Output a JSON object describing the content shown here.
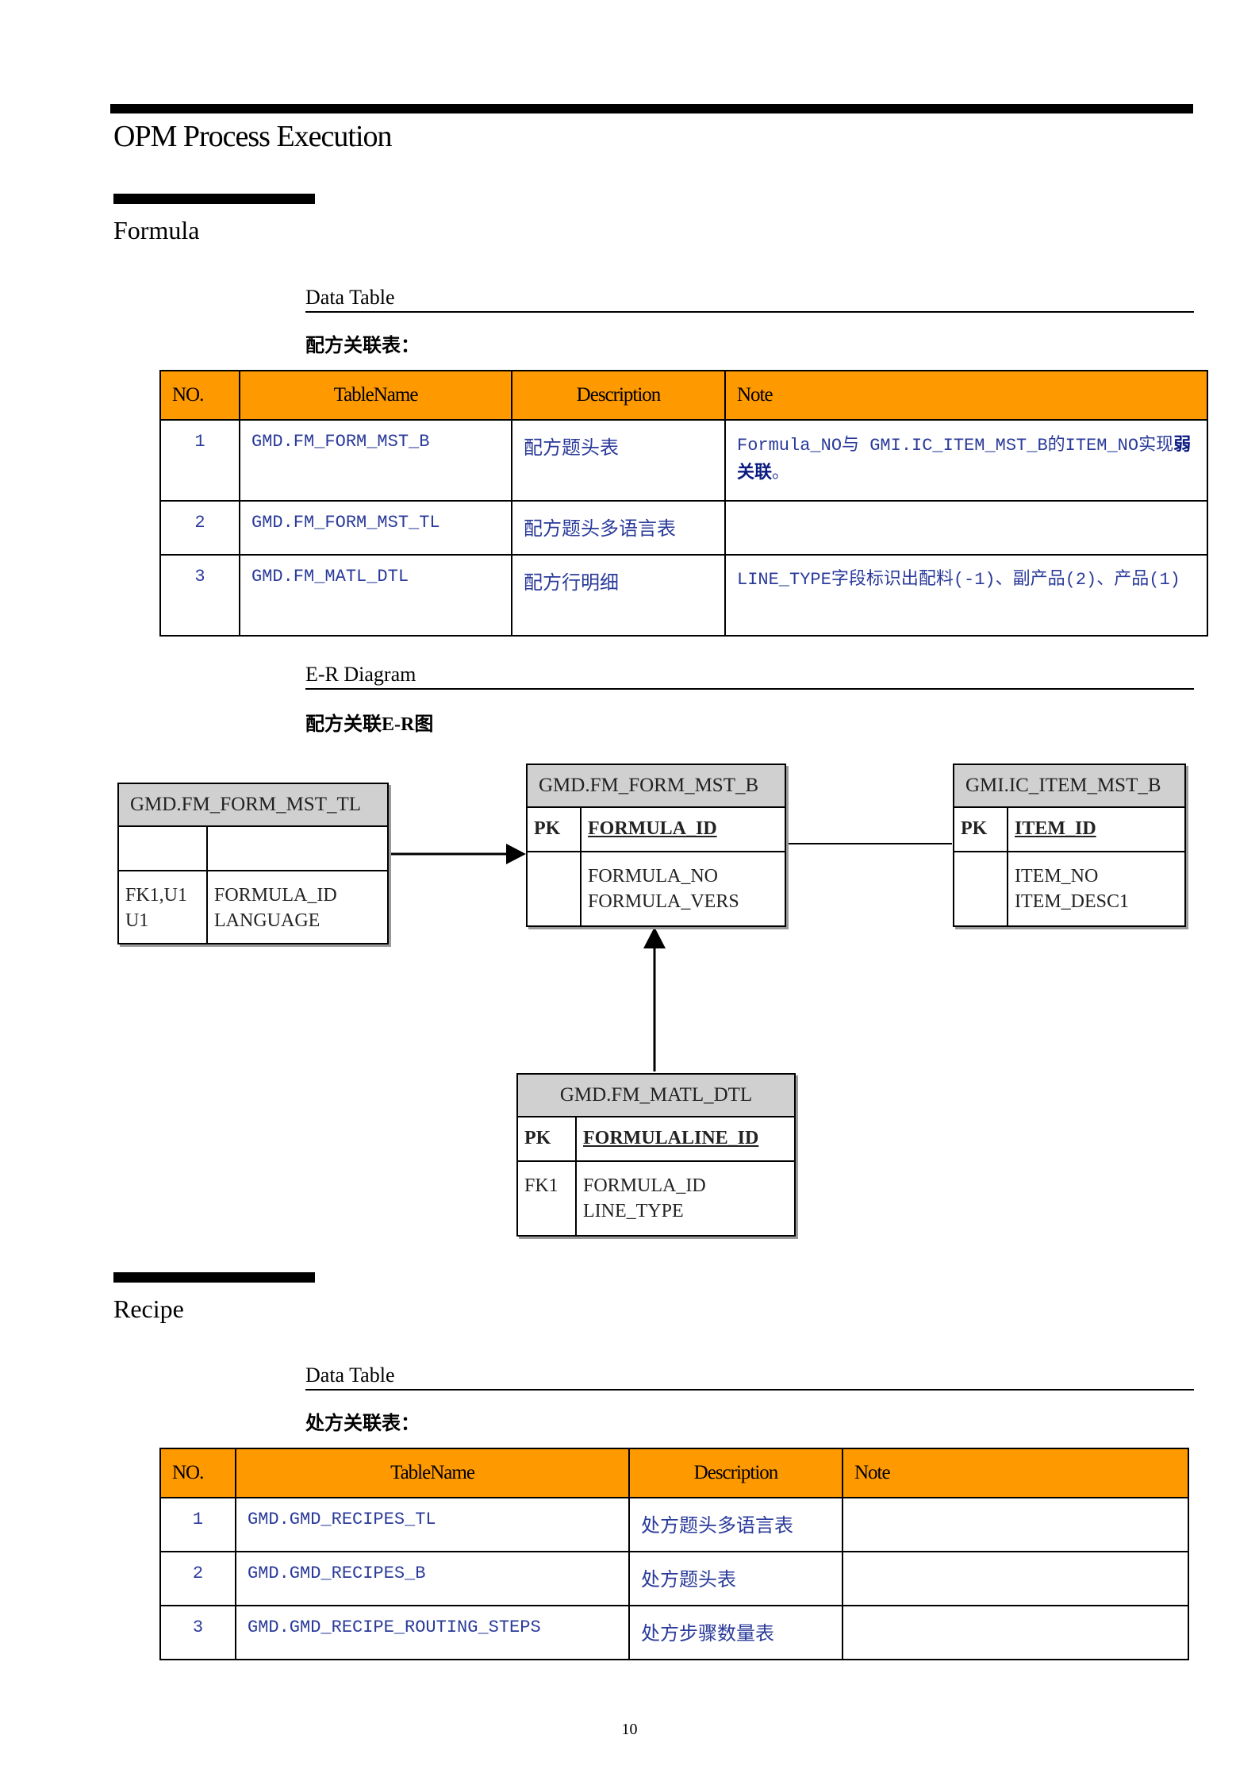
{
  "page": {
    "title": "OPM Process Execution",
    "page_number": "10"
  },
  "formula": {
    "section_title": "Formula",
    "data_table_heading": "Data Table",
    "data_table_caption": "配方关联表：",
    "columns": [
      "NO.",
      "TableName",
      "Description",
      "Note"
    ],
    "rows": [
      {
        "no": "1",
        "table": "GMD.FM_FORM_MST_B",
        "desc": "配方题头表",
        "note_a": "Formula_NO与    GMI.IC_ITEM_MST_B的ITEM_NO实现",
        "note_b": "弱关联",
        "note_c": "。"
      },
      {
        "no": "2",
        "table": "GMD.FM_FORM_MST_TL",
        "desc": "配方题头多语言表",
        "note": ""
      },
      {
        "no": "3",
        "table": "GMD.FM_MATL_DTL",
        "desc": "配方行明细",
        "note": "LINE_TYPE字段标识出配料(-1)、副产品(2)、产品(1)"
      }
    ],
    "er_heading": "E-R Diagram",
    "er_caption": "配方关联E-R图",
    "er": {
      "tl": {
        "name": "GMD.FM_FORM_MST_TL",
        "key_c1": "FK1,U1\nU1",
        "key_c2": "FORMULA_ID\nLANGUAGE"
      },
      "mst": {
        "name": "GMD.FM_FORM_MST_B",
        "pk": "PK",
        "pk_field": "FORMULA_ID",
        "fields": "FORMULA_NO\nFORMULA_VERS"
      },
      "item": {
        "name": "GMI.IC_ITEM_MST_B",
        "pk": "PK",
        "pk_field": "ITEM_ID",
        "fields": "ITEM_NO\nITEM_DESC1"
      },
      "dtl": {
        "name": "GMD.FM_MATL_DTL",
        "pk": "PK",
        "pk_field": "FORMULALINE_ID",
        "fk": "FK1",
        "fields": "FORMULA_ID\nLINE_TYPE"
      }
    }
  },
  "recipe": {
    "section_title": "Recipe",
    "data_table_heading": "Data Table",
    "data_table_caption": "处方关联表：",
    "columns": [
      "NO.",
      "TableName",
      "Description",
      "Note"
    ],
    "rows": [
      {
        "no": "1",
        "table": "GMD.GMD_RECIPES_TL",
        "desc": "处方题头多语言表",
        "note": ""
      },
      {
        "no": "2",
        "table": "GMD.GMD_RECIPES_B",
        "desc": "处方题头表",
        "note": ""
      },
      {
        "no": "3",
        "table": "GMD.GMD_RECIPE_ROUTING_STEPS",
        "desc": "处方步骤数量表",
        "note": ""
      }
    ]
  },
  "colors": {
    "header_fill": "#ff9900",
    "table_text": "#2a3a9a",
    "er_header_fill": "#d0d0d0"
  }
}
